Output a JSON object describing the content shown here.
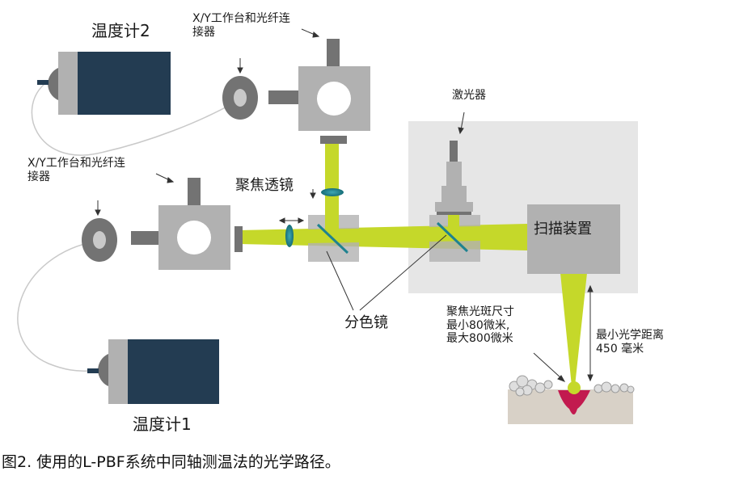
{
  "labels": {
    "thermometer_2": "温度计2",
    "thermometer_1": "温度计1",
    "xy_stage_top": "X/Y工作台和光纤连\n接器",
    "xy_stage_left": "X/Y工作台和光纤连\n接器",
    "focus_lens": "聚焦透镜",
    "dichroic_mirror": "分色镜",
    "laser": "激光器",
    "scanner": "扫描装置",
    "spot_size": "聚焦光斑尺寸\n最小80微米,\n最大800微米",
    "optical_distance": "最小光学距离\n450 毫米"
  },
  "caption": "图2. 使用的L-PBF系统中同轴测温法的光学路径。",
  "colors": {
    "beam": "#c5d82a",
    "thermometer_body": "#233c52",
    "device_gray": "#b1b1b1",
    "dark_gray": "#737373",
    "lens_teal": "#1e8290",
    "enclosure": "#e6e6e6",
    "melt_pool": "#c21a4f",
    "powder_bed": "#d8d1c7"
  }
}
